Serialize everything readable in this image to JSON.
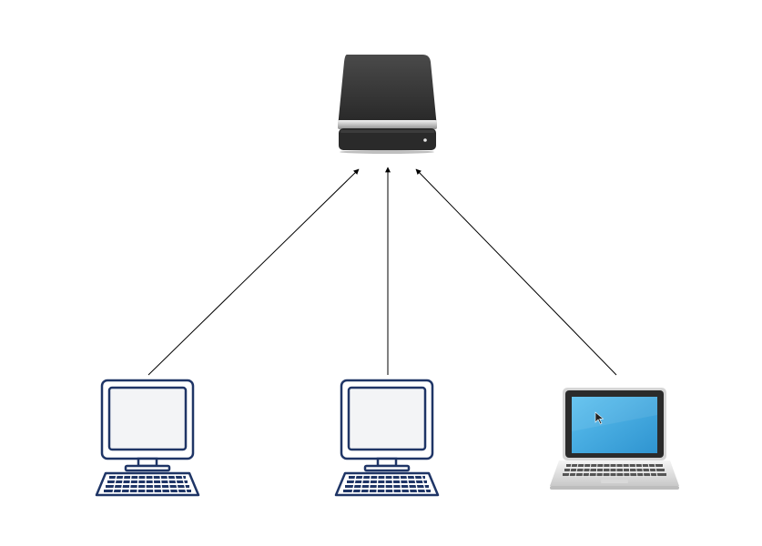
{
  "diagram": {
    "nodes": [
      {
        "id": "drive",
        "icon": "external-hard-drive-icon"
      },
      {
        "id": "desktop-left",
        "icon": "desktop-computer-icon"
      },
      {
        "id": "desktop-center",
        "icon": "desktop-computer-icon"
      },
      {
        "id": "laptop-right",
        "icon": "laptop-icon"
      }
    ],
    "edges": [
      {
        "from": "desktop-left",
        "to": "drive"
      },
      {
        "from": "desktop-center",
        "to": "drive"
      },
      {
        "from": "laptop-right",
        "to": "drive"
      }
    ],
    "colors": {
      "computer_outline": "#1f3566",
      "computer_screen": "#f3f4f6",
      "drive_body": "#2f2f2f",
      "laptop_screen": "#3fa9e0",
      "arrow": "#000000"
    }
  }
}
